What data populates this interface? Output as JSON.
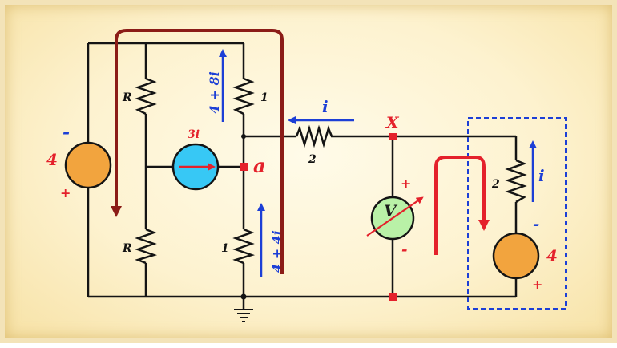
{
  "colors": {
    "wire": "#141414",
    "red": "#e4212b",
    "dark_red": "#8b1c17",
    "blue": "#1c3fd6",
    "source_fill": "#f2a43e",
    "current_source_fill": "#37c8f5",
    "voltmeter_fill": "#b9f1a7"
  },
  "left_source": {
    "value": "4",
    "top_sign": "-",
    "bottom_sign": "+"
  },
  "right_source": {
    "value": "4",
    "top_sign": "-",
    "bottom_sign": "+"
  },
  "resistors": {
    "r_top": "R",
    "r_bottom": "R",
    "upper_right": "1",
    "lower_right": "1",
    "series": "2",
    "right_branch": "2"
  },
  "dependent_source": {
    "label": "3i"
  },
  "currents": {
    "upper": "4 + 8i",
    "lower": "4 + 4i",
    "series": "i",
    "right": "i"
  },
  "nodes": {
    "a": "a",
    "x": "X"
  },
  "voltmeter": {
    "label": "V",
    "plus": "+",
    "minus": "-"
  },
  "icons": [
    "ground-icon",
    "voltmeter-icon",
    "arrow-icon"
  ]
}
